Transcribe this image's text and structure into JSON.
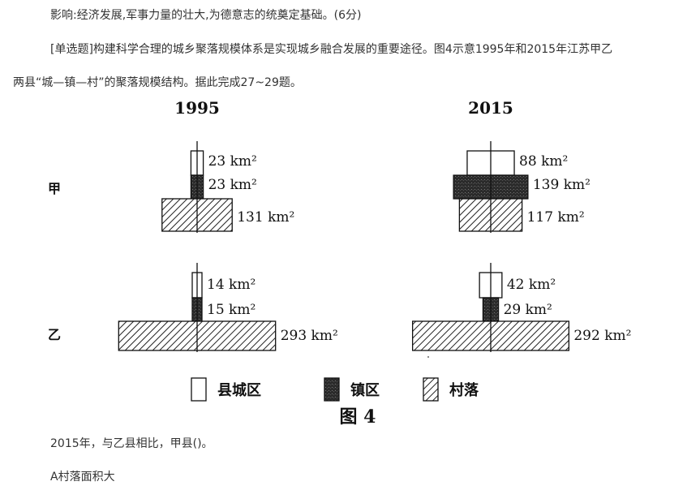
{
  "document": {
    "line1": "影响:经济发展,军事力量的壮大,为德意志的统奠定基础。(6分)",
    "line2": "[单选题]构建科学合理的城乡聚落规模体系是实现城乡融合发展的重要途径。图4示意1995年和2015年江苏甲乙",
    "line3": "两县“城—镇—村”的聚落规模结构。据此完成27~29题。",
    "question": "2015年，与乙县相比，甲县()。",
    "option_a": "A村落面积大"
  },
  "figure": {
    "caption": "图 4",
    "years": [
      "1995",
      "2015"
    ],
    "rows": [
      "甲",
      "乙"
    ],
    "legend": {
      "county": "县城区",
      "town": "镇区",
      "village": "村落"
    },
    "colors": {
      "stroke": "#111111",
      "town_fill": "#2b2b2b",
      "hatch": "#222222"
    }
  },
  "chart_data": {
    "type": "bar",
    "title": "图 4",
    "categories": [
      "县城区",
      "镇区",
      "村落"
    ],
    "units": "km²",
    "panels": [
      {
        "county": "甲",
        "year": "1995",
        "values": [
          23,
          23,
          131
        ],
        "labels": [
          "23 km²",
          "23 km²",
          "131 km²"
        ]
      },
      {
        "county": "甲",
        "year": "2015",
        "values": [
          88,
          139,
          117
        ],
        "labels": [
          "88 km²",
          "139 km²",
          "117 km²"
        ]
      },
      {
        "county": "乙",
        "year": "1995",
        "values": [
          14,
          15,
          293
        ],
        "labels": [
          "14 km²",
          "15 km²",
          "293 km²"
        ]
      },
      {
        "county": "乙",
        "year": "2015",
        "values": [
          42,
          29,
          292
        ],
        "labels": [
          "42 km²",
          "29 km²",
          "292 km²"
        ]
      }
    ]
  }
}
